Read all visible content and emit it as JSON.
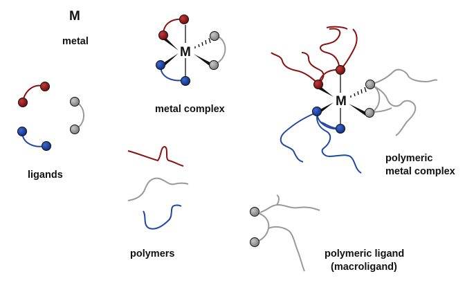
{
  "metal": {
    "symbol": "M",
    "label": "metal"
  },
  "ligands": {
    "label": "ligands"
  },
  "metal_complex": {
    "label": "metal complex",
    "center": "M"
  },
  "polymers": {
    "label": "polymers"
  },
  "polymeric_metal_complex": {
    "label_line1": "polymeric",
    "label_line2": "metal complex",
    "center": "M"
  },
  "polymeric_ligand": {
    "label_line1": "polymeric ligand",
    "label_line2": "(macroligand)"
  },
  "colors": {
    "red": "#8b1010",
    "gray": "#999999",
    "blue": "#1f47a6",
    "black": "#111111"
  }
}
